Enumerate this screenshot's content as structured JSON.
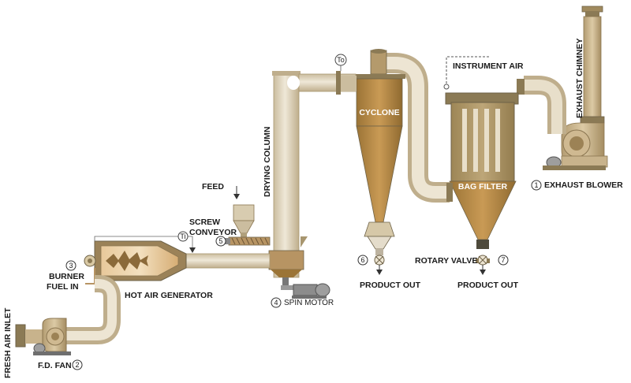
{
  "labels": {
    "exhaust_chimney": "EXHAUST CHIMNEY",
    "instrument_air": "INSTRUMENT AIR",
    "to": "To",
    "cyclone": "CYCLONE",
    "drying_column": "DRYING COLUMN",
    "bag_filter": "BAG FILTER",
    "exhaust_blower": "EXHAUST BLOWER",
    "feed": "FEED",
    "screw_conveyor_1": "SCREW",
    "screw_conveyor_2": "CONVEYOR",
    "ti": "Ti",
    "burner": "BURNER",
    "fuel_in": "FUEL IN",
    "hot_air_generator": "HOT AIR GENERATOR",
    "spin_motor": "SPIN MOTOR",
    "product_out_cyclone": "PRODUCT OUT",
    "rotary_valve": "ROTARY VALVE",
    "product_out_bag": "PRODUCT OUT",
    "fresh_air_inlet": "FRESH AIR INLET",
    "fd_fan": "F.D. FAN"
  },
  "numbers": {
    "exhaust_blower": "1",
    "fd_fan": "2",
    "burner": "3",
    "spin_motor": "4",
    "screw_conveyor": "5",
    "product_out_cyclone": "6",
    "rotary_valve": "7"
  },
  "colors": {
    "equipment_light": "#e4dccb",
    "equipment_mid": "#cbbd9f",
    "equipment_dark": "#8b7a55",
    "cone_gold": "#b88a45",
    "cone_gold_dark": "#8f6a30",
    "chimney_tan": "#c9b48f",
    "motor_gray": "#8c8c8c",
    "outline": "#6e6248"
  }
}
